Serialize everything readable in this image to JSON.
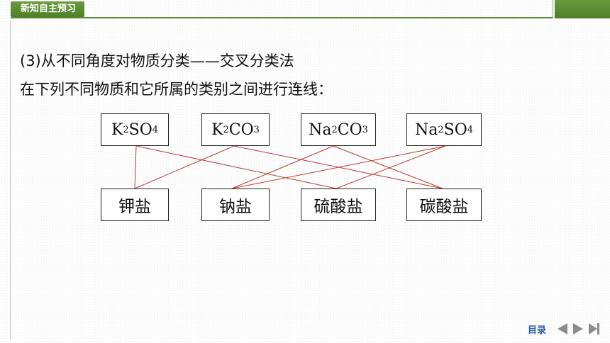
{
  "header": {
    "section_title": "新知自主预习"
  },
  "content": {
    "line1": "(3)从不同角度对物质分类——交叉分类法",
    "line2": "在下列不同物质和它所属的类别之间进行连线："
  },
  "substances": [
    {
      "parts": [
        {
          "t": "K"
        },
        {
          "t": "2",
          "sub": true
        },
        {
          "t": "SO"
        },
        {
          "t": "4",
          "sub": true
        }
      ]
    },
    {
      "parts": [
        {
          "t": "K"
        },
        {
          "t": "2",
          "sub": true
        },
        {
          "t": "CO"
        },
        {
          "t": "3",
          "sub": true
        }
      ]
    },
    {
      "parts": [
        {
          "t": "Na"
        },
        {
          "t": "2",
          "sub": true
        },
        {
          "t": "CO"
        },
        {
          "t": "3",
          "sub": true
        }
      ]
    },
    {
      "parts": [
        {
          "t": "Na"
        },
        {
          "t": "2",
          "sub": true
        },
        {
          "t": "SO"
        },
        {
          "t": "4",
          "sub": true
        }
      ]
    }
  ],
  "categories": [
    "钾盐",
    "钠盐",
    "硫酸盐",
    "碳酸盐"
  ],
  "links": [
    {
      "substance": 0,
      "category": 0
    },
    {
      "substance": 0,
      "category": 2
    },
    {
      "substance": 1,
      "category": 0
    },
    {
      "substance": 1,
      "category": 3
    },
    {
      "substance": 2,
      "category": 1
    },
    {
      "substance": 2,
      "category": 3
    },
    {
      "substance": 3,
      "category": 1
    },
    {
      "substance": 3,
      "category": 2
    }
  ],
  "colors": {
    "link_line": "#c0392b",
    "accent": "#5a8a33"
  },
  "footer": {
    "toc_label": "目录",
    "prev_icon": "prev-arrow-icon",
    "next_icon": "next-arrow-icon",
    "last_icon": "last-page-icon"
  }
}
